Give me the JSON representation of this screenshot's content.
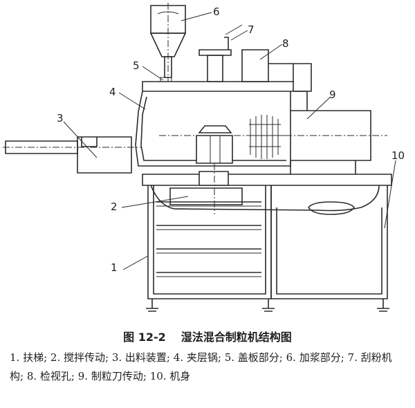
{
  "figure": {
    "number": "图 12-2",
    "title": "湿法混合制粒机结构图"
  },
  "callouts": [
    "1",
    "2",
    "3",
    "4",
    "5",
    "6",
    "7",
    "8",
    "9",
    "10"
  ],
  "legend": [
    "1. 扶梯;",
    "2. 搅拌传动;",
    "3. 出料装置;",
    "4. 夹层锅;",
    "5. 盖板部分;",
    "6. 加浆部分;",
    "7. 刮粉机构;",
    "8. 检视孔;",
    "9. 制粒刀传动;",
    "10. 机身"
  ]
}
